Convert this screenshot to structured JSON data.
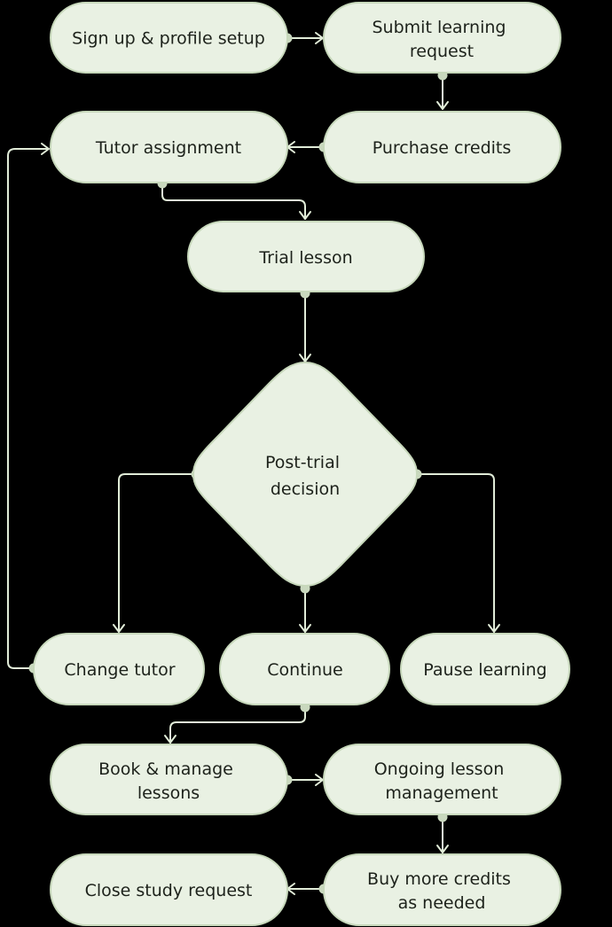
{
  "diagram": {
    "nodes": {
      "signup": [
        "Sign up & profile setup"
      ],
      "submit": [
        "Submit learning",
        "request"
      ],
      "tutor_assignment": [
        "Tutor assignment"
      ],
      "purchase": [
        "Purchase credits"
      ],
      "trial": [
        "Trial lesson"
      ],
      "decision": [
        "Post-trial",
        "decision"
      ],
      "change_tutor": [
        "Change tutor"
      ],
      "continue": [
        "Continue"
      ],
      "pause": [
        "Pause learning"
      ],
      "book": [
        "Book & manage",
        "lessons"
      ],
      "ongoing": [
        "Ongoing lesson",
        "management"
      ],
      "close": [
        "Close study request"
      ],
      "buy_more": [
        "Buy more credits",
        "as needed"
      ]
    }
  }
}
